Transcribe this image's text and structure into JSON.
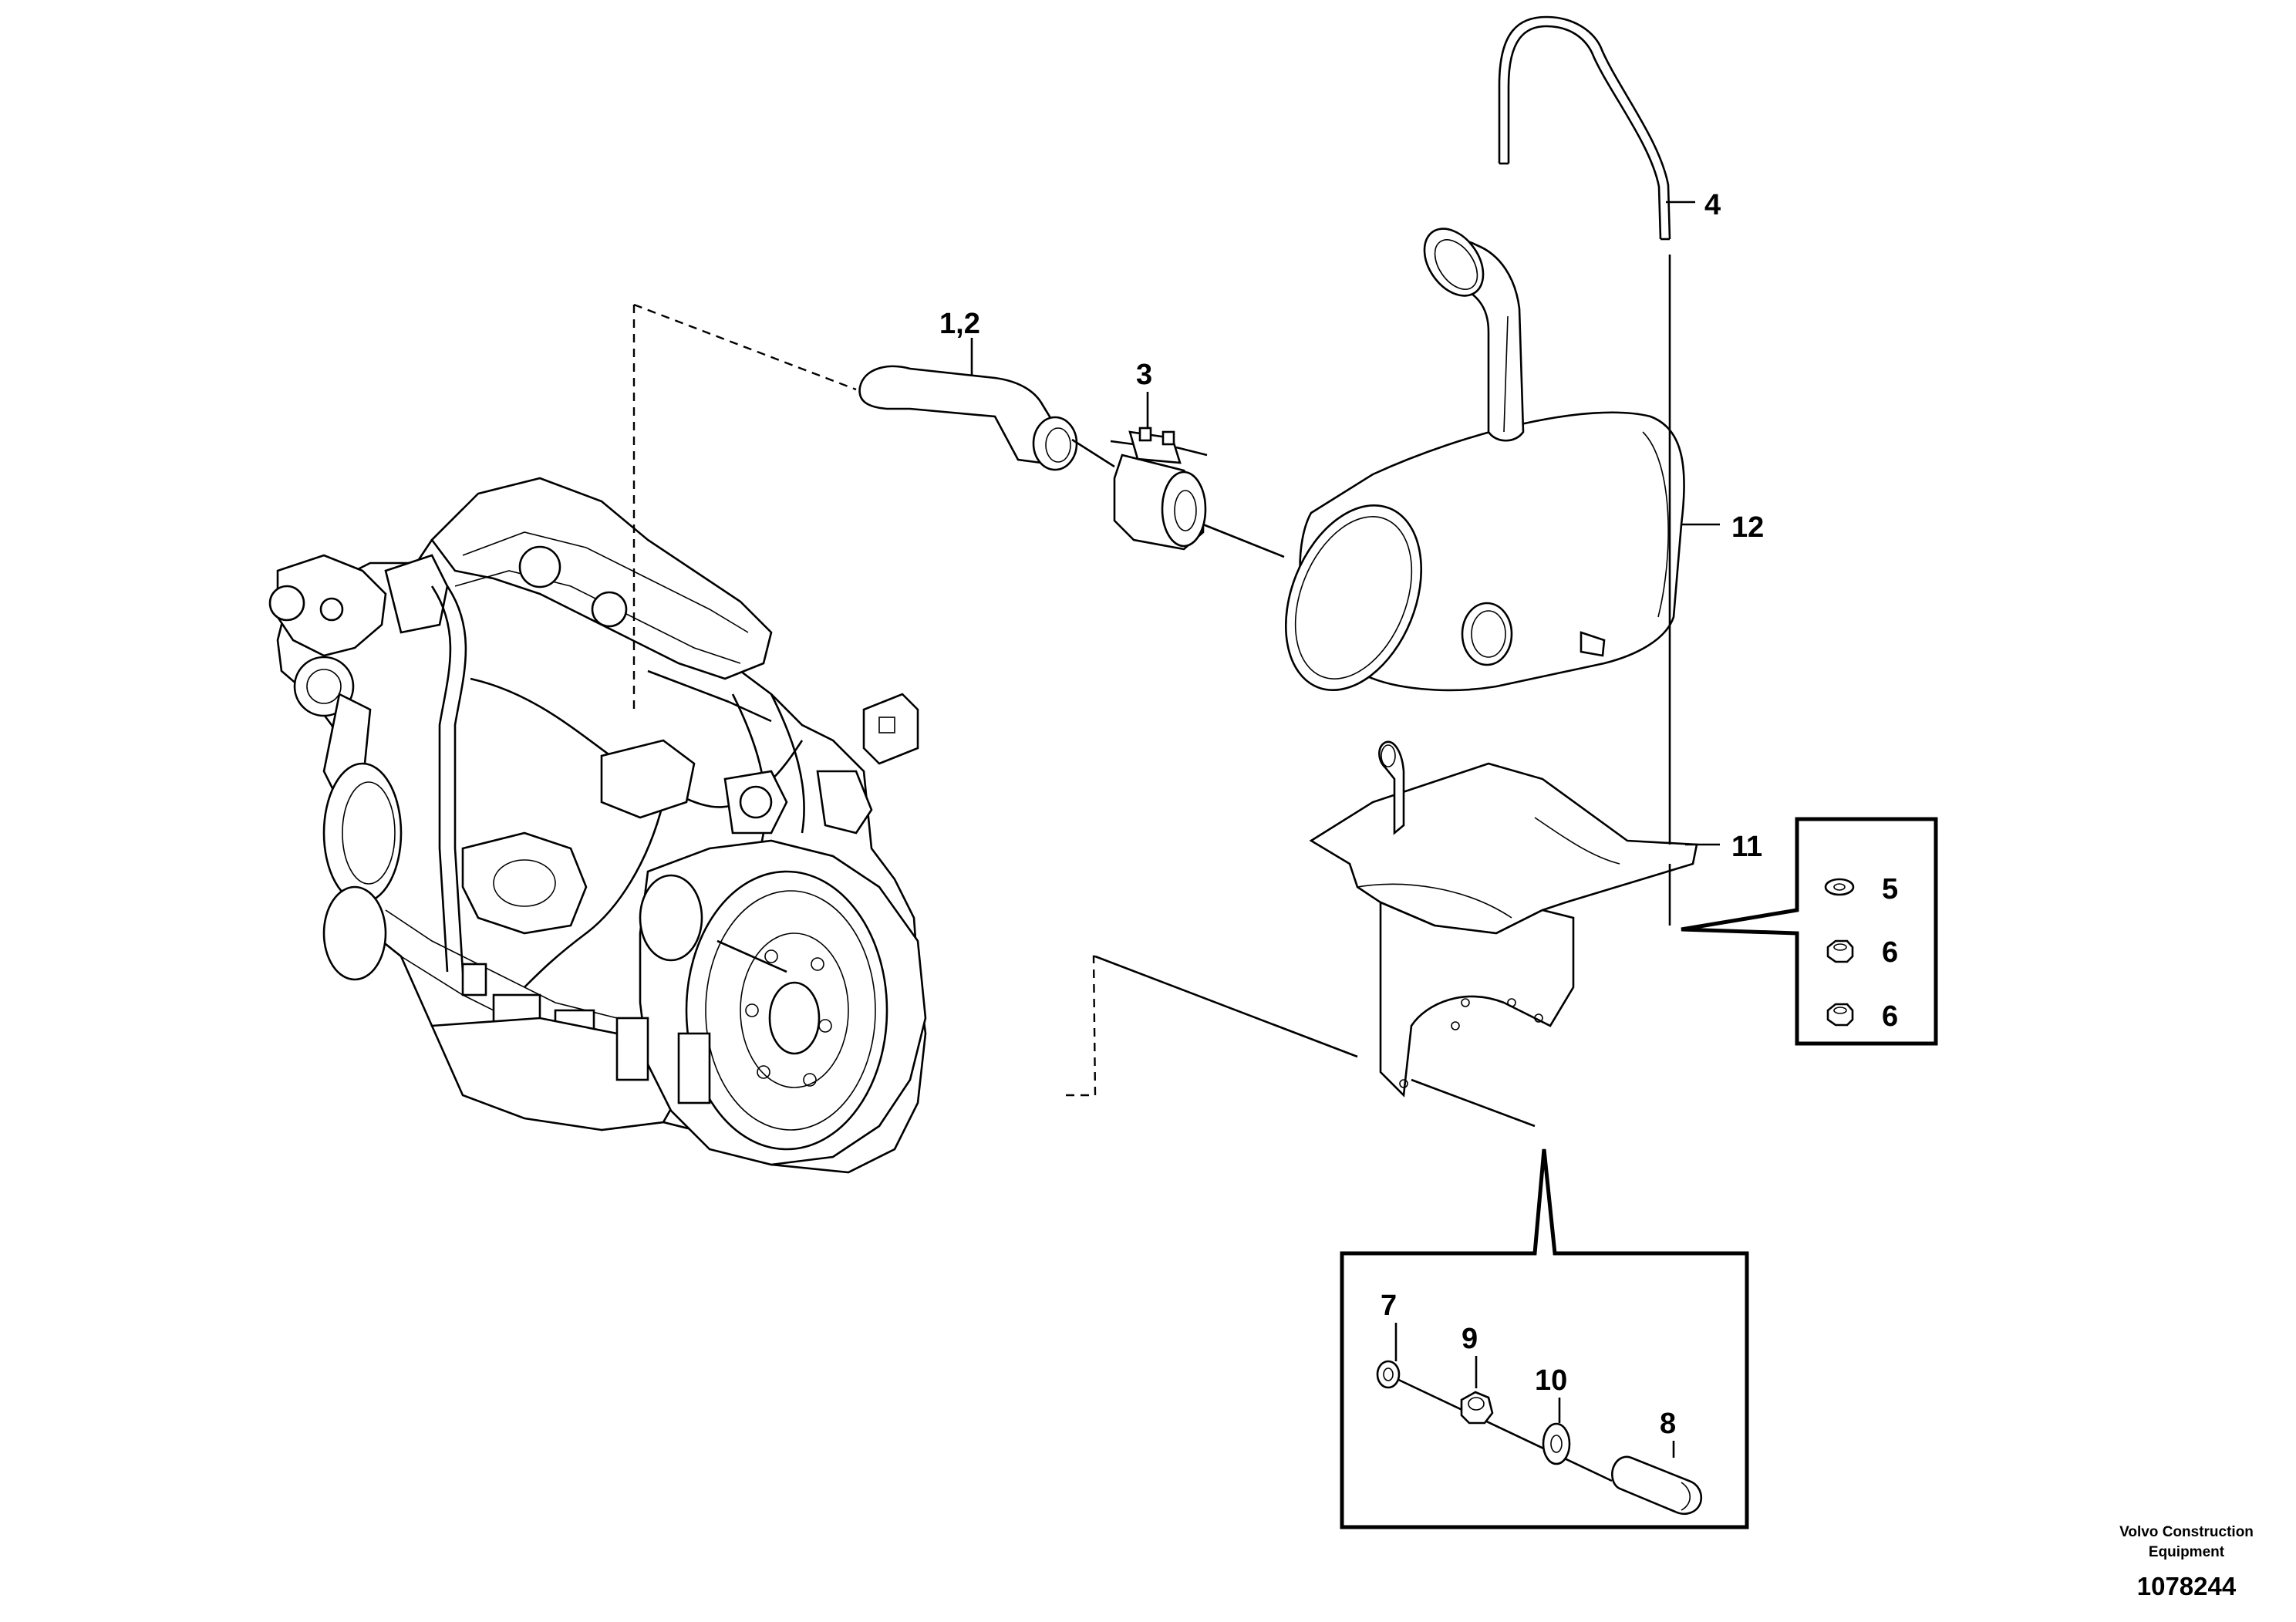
{
  "callouts": {
    "c_1_2": "1,2",
    "c_3": "3",
    "c_4": "4",
    "c_12": "12",
    "c_11": "11",
    "c_5": "5",
    "c_6a": "6",
    "c_6b": "6",
    "c_7": "7",
    "c_9": "9",
    "c_10": "10",
    "c_8": "8"
  },
  "credit": {
    "line1": "Volvo Construction",
    "line2": "Equipment",
    "doc_number": "1078244"
  }
}
